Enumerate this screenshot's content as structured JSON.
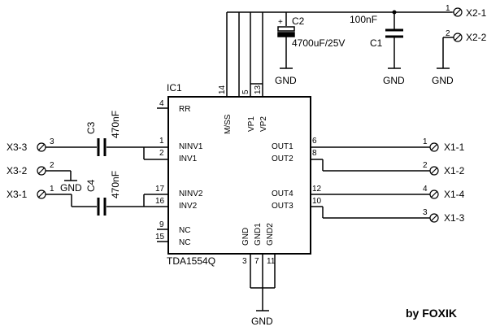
{
  "ic": {
    "ref": "IC1",
    "part": "TDA1554Q",
    "pins": {
      "rr": {
        "num": "4",
        "name": "RR"
      },
      "ninv1": {
        "num": "1",
        "name": "NINV1"
      },
      "inv1": {
        "num": "2",
        "name": "INV1"
      },
      "ninv2": {
        "num": "17",
        "name": "NINV2"
      },
      "inv2": {
        "num": "16",
        "name": "INV2"
      },
      "nc9": {
        "num": "9",
        "name": "NC"
      },
      "nc15": {
        "num": "15",
        "name": "NC"
      },
      "mss": {
        "num": "14",
        "name": "M/SS"
      },
      "vp1": {
        "num": "5",
        "name": "VP1"
      },
      "vp2": {
        "num": "13",
        "name": "VP2"
      },
      "out1": {
        "num": "6",
        "name": "OUT1"
      },
      "out2": {
        "num": "8",
        "name": "OUT2"
      },
      "out4": {
        "num": "12",
        "name": "OUT4"
      },
      "out3": {
        "num": "10",
        "name": "OUT3"
      },
      "gnd": {
        "num": "3",
        "name": "GND"
      },
      "gnd1": {
        "num": "7",
        "name": "GND1"
      },
      "gnd2": {
        "num": "11",
        "name": "GND2"
      }
    }
  },
  "caps": {
    "c2": {
      "ref": "C2",
      "value": "4700uF/25V",
      "polarity": "+"
    },
    "c1": {
      "ref": "C1",
      "value": "100nF"
    },
    "c3": {
      "ref": "C3",
      "value": "470nF"
    },
    "c4": {
      "ref": "C4",
      "value": "470nF"
    }
  },
  "connectors": {
    "x2_1": {
      "label": "X2-1",
      "pin": "1"
    },
    "x2_2": {
      "label": "X2-2",
      "pin": "2"
    },
    "x3_3": {
      "label": "X3-3",
      "pin": "3"
    },
    "x3_2": {
      "label": "X3-2",
      "pin": "2"
    },
    "x3_1": {
      "label": "X3-1",
      "pin": "1"
    },
    "x1_1": {
      "label": "X1-1",
      "pin": "1"
    },
    "x1_2": {
      "label": "X1-2",
      "pin": "2"
    },
    "x1_4": {
      "label": "X1-4",
      "pin": "4"
    },
    "x1_3": {
      "label": "X1-3",
      "pin": "3"
    }
  },
  "gnd_label": "GND",
  "credit": "by FOXIK"
}
